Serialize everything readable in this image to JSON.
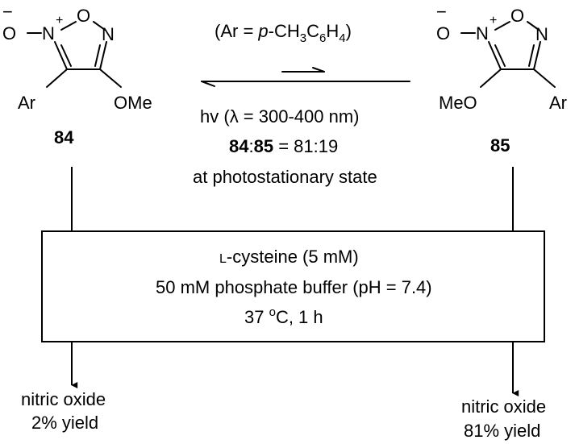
{
  "compounds": {
    "left": {
      "number": "84",
      "atoms": {
        "charge_minus": "−",
        "oxygen_exo": "O",
        "nitrogen_plus": "N",
        "charge_plus": "+",
        "oxygen_ring": "O",
        "nitrogen_ring": "N",
        "substituent_left": "Ar",
        "substituent_right": "OMe"
      }
    },
    "right": {
      "number": "85",
      "atoms": {
        "charge_minus": "−",
        "oxygen_exo": "O",
        "nitrogen_plus": "N",
        "charge_plus": "+",
        "oxygen_ring": "O",
        "nitrogen_ring": "N",
        "substituent_left": "MeO",
        "substituent_right": "Ar"
      }
    }
  },
  "equilibrium": {
    "ar_definition": {
      "open": "(Ar = ",
      "italic_p": "p",
      "middle": "-CH",
      "sub3": "3",
      "c": "C",
      "sub6": "6",
      "h": "H",
      "sub4": "4",
      "close": ")"
    },
    "conditions_line1": {
      "hv": "hv (",
      "lambda": "λ",
      "rest": " = 300-400 nm)"
    },
    "ratio": {
      "a": "84",
      "colon": ":",
      "b": "85",
      "value": " = 81:19"
    },
    "state": "at photostationary state"
  },
  "reaction_box": {
    "line1": {
      "prefix": "L",
      "rest": "-cysteine (5 mM)"
    },
    "line2": "50 mM phosphate buffer (pH = 7.4)",
    "line3": {
      "temp": "37 ",
      "deg": "o",
      "rest": "C, 1 h"
    }
  },
  "products": {
    "left": {
      "line1": "nitric oxide",
      "line2": "2% yield"
    },
    "right": {
      "line1": "nitric oxide",
      "line2": "81% yield"
    }
  }
}
